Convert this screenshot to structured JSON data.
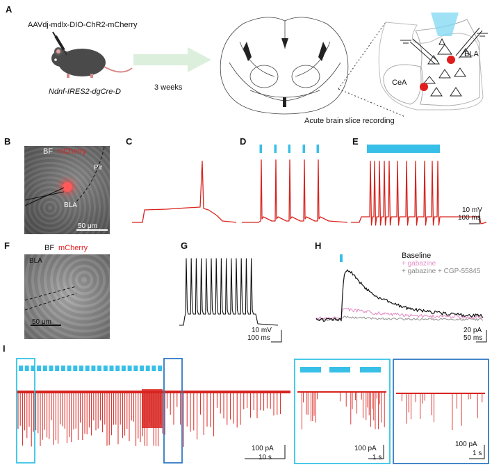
{
  "panels": {
    "A": "A",
    "B": "B",
    "C": "C",
    "D": "D",
    "E": "E",
    "F": "F",
    "G": "G",
    "H": "H",
    "I": "I"
  },
  "panel_a": {
    "virus": "AAVdj-mdlx-DIO-ChR2-mCherry",
    "mouse_line": "Ndnf-IRES2-dgCre-D",
    "delay": "3 weeks",
    "region_1": "CeA",
    "region_2": "BLA",
    "caption": "Acute brain slice recording"
  },
  "panel_b": {
    "label_bf": "BF",
    "label_mcherry": "mCherry",
    "label_pir": "Pir",
    "label_bla": "BLA",
    "scalebar": "50 μm"
  },
  "panel_f": {
    "label_bf": "BF",
    "label_mcherry": "mCherry",
    "label_bla": "BLA",
    "scalebar": "50 μm"
  },
  "scalebars": {
    "cde_v": "10  mV",
    "cde_t": "100  ms",
    "g_v": "10  mV",
    "g_t": "100  ms",
    "h_i": "20  pA",
    "h_t": "50  ms",
    "i1_i": "100 pA",
    "i1_t": "10 s",
    "i2_i": "100 pA",
    "i2_t": "1 s",
    "i3_i": "100 pA",
    "i3_t": "1 s"
  },
  "panel_h_legend": {
    "baseline": "Baseline",
    "gabazine": "+ gabazine",
    "cgp": "+ gabazine + CGP-55845"
  },
  "colors": {
    "trace_red": "#d8231e",
    "light_blue": "#38bfe8",
    "box_cyan": "#35c3e6",
    "box_blue": "#2f78c4",
    "gabazine_pink": "#e58fc6",
    "cgp_gray": "#9a9a9a",
    "arrow_green": "#dcefdc"
  }
}
